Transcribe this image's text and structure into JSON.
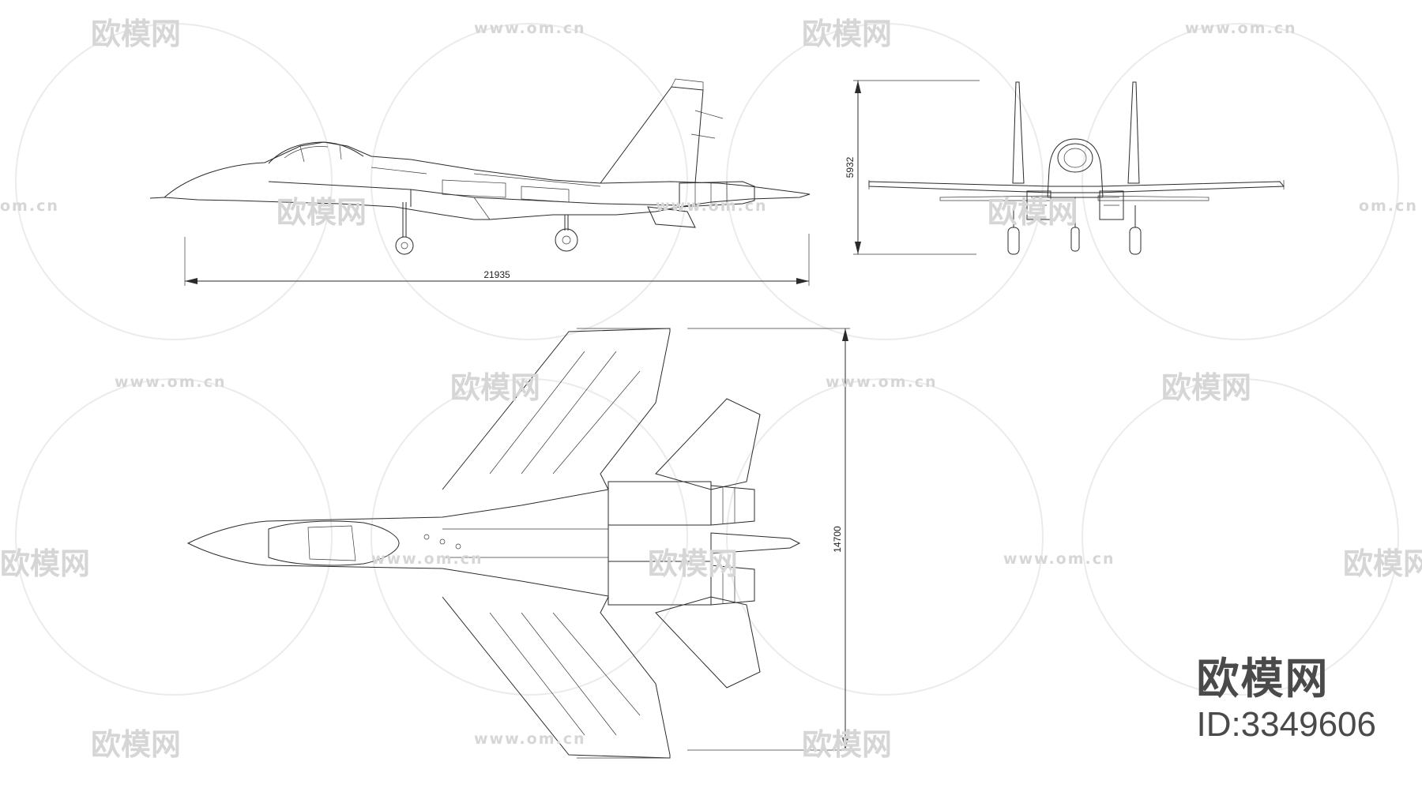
{
  "drawing": {
    "dimensions": {
      "length": "21935",
      "height": "5932",
      "wingspan": "14700"
    }
  },
  "brand": {
    "name": "欧模网",
    "id_label": "ID:3349606"
  },
  "watermarks": {
    "logo_text": "欧模网",
    "url_text": "www.om.cn",
    "url_short": "om.cn"
  },
  "colors": {
    "line": "#2b2b2b",
    "watermark": "#d6d6d6",
    "brand": "#4a4a4a"
  }
}
